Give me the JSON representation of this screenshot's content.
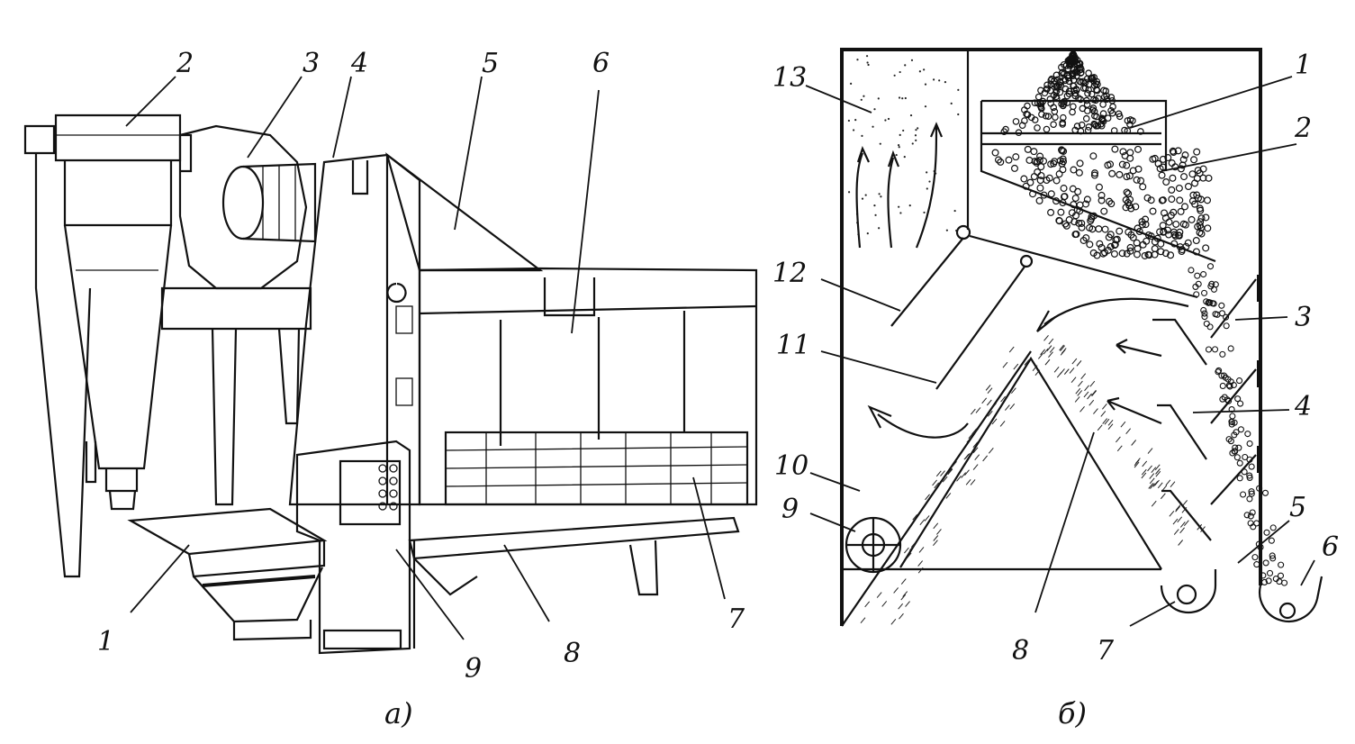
{
  "figure_a": {
    "caption": "а)",
    "labels": [
      {
        "id": "1",
        "text": "1"
      },
      {
        "id": "2",
        "text": "2"
      },
      {
        "id": "3",
        "text": "3"
      },
      {
        "id": "4",
        "text": "4"
      },
      {
        "id": "5",
        "text": "5"
      },
      {
        "id": "6",
        "text": "6"
      },
      {
        "id": "7",
        "text": "7"
      },
      {
        "id": "8",
        "text": "8"
      },
      {
        "id": "9",
        "text": "9"
      }
    ]
  },
  "figure_b": {
    "caption": "б)",
    "labels": [
      {
        "id": "1",
        "text": "1"
      },
      {
        "id": "2",
        "text": "2"
      },
      {
        "id": "3",
        "text": "3"
      },
      {
        "id": "4",
        "text": "4"
      },
      {
        "id": "5",
        "text": "5"
      },
      {
        "id": "6",
        "text": "6"
      },
      {
        "id": "7",
        "text": "7"
      },
      {
        "id": "8",
        "text": "8"
      },
      {
        "id": "9",
        "text": "9"
      },
      {
        "id": "10",
        "text": "10"
      },
      {
        "id": "11",
        "text": "11"
      },
      {
        "id": "12",
        "text": "12"
      },
      {
        "id": "13",
        "text": "13"
      }
    ]
  }
}
